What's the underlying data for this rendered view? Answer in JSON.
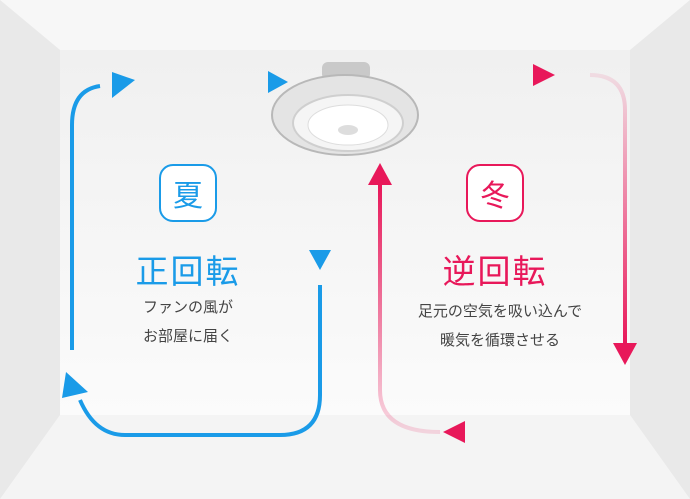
{
  "colors": {
    "summer": "#1a9be8",
    "winter": "#e8185a"
  },
  "summer": {
    "season": "夏",
    "mode": "正回転",
    "desc_lines": [
      "ファンの風が",
      "お部屋に届く"
    ]
  },
  "winter": {
    "season": "冬",
    "mode": "逆回転",
    "desc_lines": [
      "足元の空気を吸い込んで",
      "暖気を循環させる"
    ]
  }
}
